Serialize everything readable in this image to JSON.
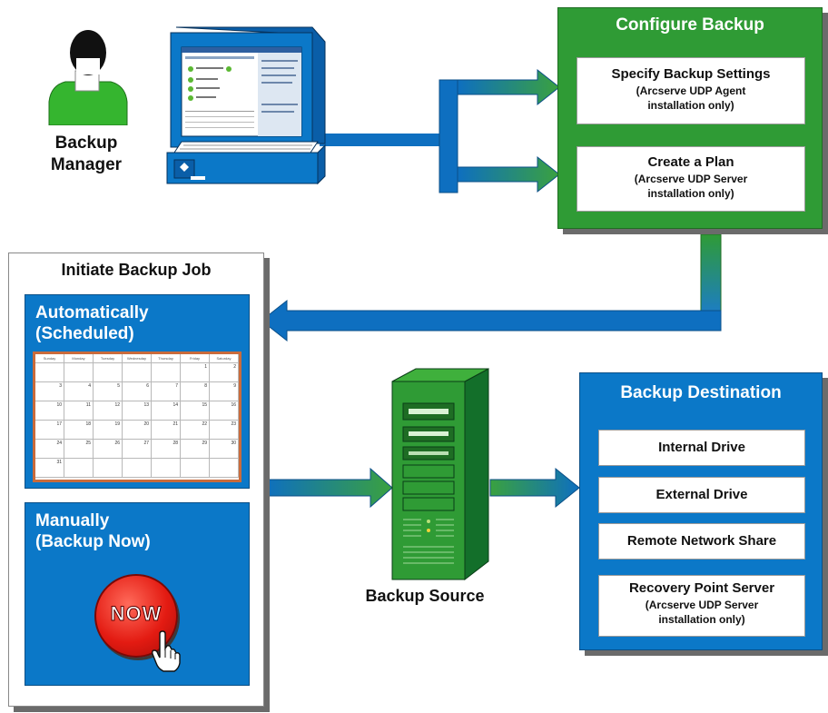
{
  "manager": {
    "label_line1": "Backup",
    "label_line2": "Manager"
  },
  "configure": {
    "title": "Configure Backup",
    "items": [
      {
        "title": "Specify Backup Settings",
        "sub1": "(Arcserve UDP Agent",
        "sub2": "installation only)"
      },
      {
        "title": "Create a Plan",
        "sub1": "(Arcserve UDP Server",
        "sub2": "installation only)"
      }
    ]
  },
  "initiate": {
    "title": "Initiate Backup Job",
    "auto": {
      "line1": "Automatically",
      "line2": "(Scheduled)"
    },
    "manual": {
      "line1": "Manually",
      "line2": "(Backup Now)",
      "button": "NOW"
    },
    "calendar": {
      "days": [
        "Sunday",
        "Monday",
        "Tuesday",
        "Wednesday",
        "Thursday",
        "Friday",
        "Saturday"
      ],
      "numbers": [
        [
          1,
          2
        ],
        [
          3,
          4,
          5,
          6,
          7,
          8,
          9
        ],
        [
          10,
          11,
          12,
          13,
          14,
          15,
          16
        ],
        [
          17,
          18,
          19,
          20,
          21,
          22,
          23
        ],
        [
          24,
          25,
          26,
          27,
          28,
          29,
          30
        ],
        [
          31
        ]
      ]
    }
  },
  "source": {
    "label": "Backup Source"
  },
  "destination": {
    "title": "Backup Destination",
    "items": [
      {
        "title": "Internal Drive"
      },
      {
        "title": "External Drive"
      },
      {
        "title": "Remote Network Share"
      },
      {
        "title": "Recovery Point Server",
        "sub1": "(Arcserve UDP Server",
        "sub2": "installation only)"
      }
    ]
  },
  "colors": {
    "green": "#2f9b35",
    "blue": "#0b78c8",
    "arrow_blue": "#0e6fc0",
    "arrow_green": "#3aa13f"
  }
}
